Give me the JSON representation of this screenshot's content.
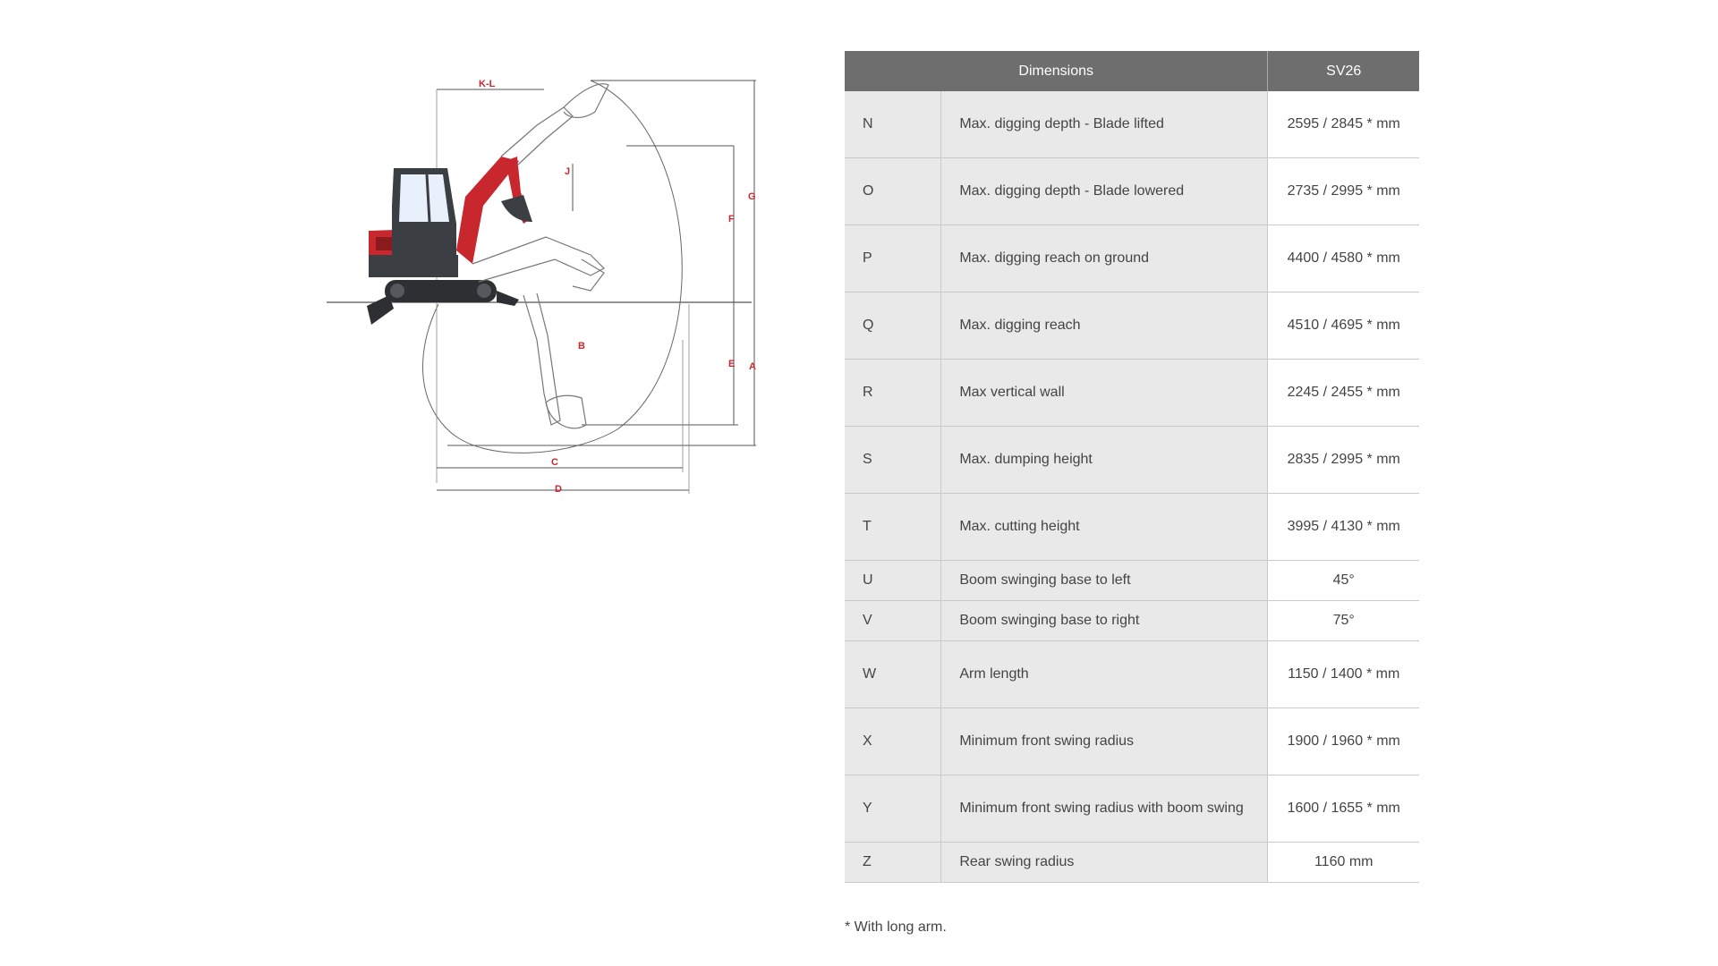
{
  "table": {
    "header_dimensions": "Dimensions",
    "header_model": "SV26",
    "rows": [
      {
        "code": "N",
        "desc": "Max. digging depth - Blade lifted",
        "value": "2595 / 2845 * mm"
      },
      {
        "code": "O",
        "desc": "Max. digging depth - Blade lowered",
        "value": "2735 / 2995 * mm"
      },
      {
        "code": "P",
        "desc": "Max. digging reach on ground",
        "value": "4400 / 4580 * mm"
      },
      {
        "code": "Q",
        "desc": "Max. digging reach",
        "value": "4510 / 4695 * mm"
      },
      {
        "code": "R",
        "desc": "Max vertical wall",
        "value": "2245 / 2455 * mm"
      },
      {
        "code": "S",
        "desc": "Max. dumping height",
        "value": "2835 / 2995 * mm"
      },
      {
        "code": "T",
        "desc": "Max. cutting height",
        "value": "3995 / 4130 * mm"
      },
      {
        "code": "U",
        "desc": "Boom swinging base to left",
        "value": "45°"
      },
      {
        "code": "V",
        "desc": "Boom swinging base to right",
        "value": "75°"
      },
      {
        "code": "W",
        "desc": "Arm length",
        "value": "1150 / 1400 * mm"
      },
      {
        "code": "X",
        "desc": "Minimum front swing radius",
        "value": "1900 / 1960 * mm"
      },
      {
        "code": "Y",
        "desc": "Minimum front swing radius with boom swing",
        "value": "1600 / 1655 * mm"
      },
      {
        "code": "Z",
        "desc": "Rear swing radius",
        "value": "1160 mm"
      }
    ]
  },
  "footnote": "* With long arm.",
  "diagram": {
    "labels": {
      "kl": "K-L",
      "j": "J",
      "g": "G",
      "f": "F",
      "e": "E",
      "a": "A",
      "b": "B",
      "c": "C",
      "d": "D"
    },
    "colors": {
      "machine_red": "#c8272d",
      "cab_dark": "#3b3f44",
      "glass": "#e8f1fb",
      "lines": "#555555"
    }
  }
}
